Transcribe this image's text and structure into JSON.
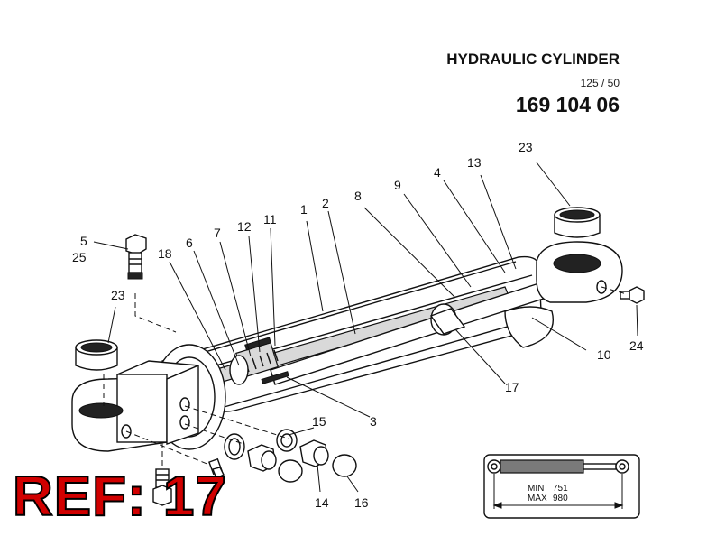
{
  "header": {
    "title": "HYDRAULIC CYLINDER",
    "subtitle": "125 / 50",
    "part_number": "169 104 06"
  },
  "reference": {
    "label": "REF:",
    "number": "17"
  },
  "dimensions": {
    "min_label": "MIN",
    "min_value": "751",
    "max_label": "MAX",
    "max_value": "980"
  },
  "callouts": [
    "23",
    "13",
    "4",
    "9",
    "8",
    "2",
    "1",
    "11",
    "12",
    "7",
    "6",
    "18",
    "5",
    "25",
    "23",
    "24",
    "10",
    "17",
    "15",
    "3",
    "14",
    "16"
  ]
}
